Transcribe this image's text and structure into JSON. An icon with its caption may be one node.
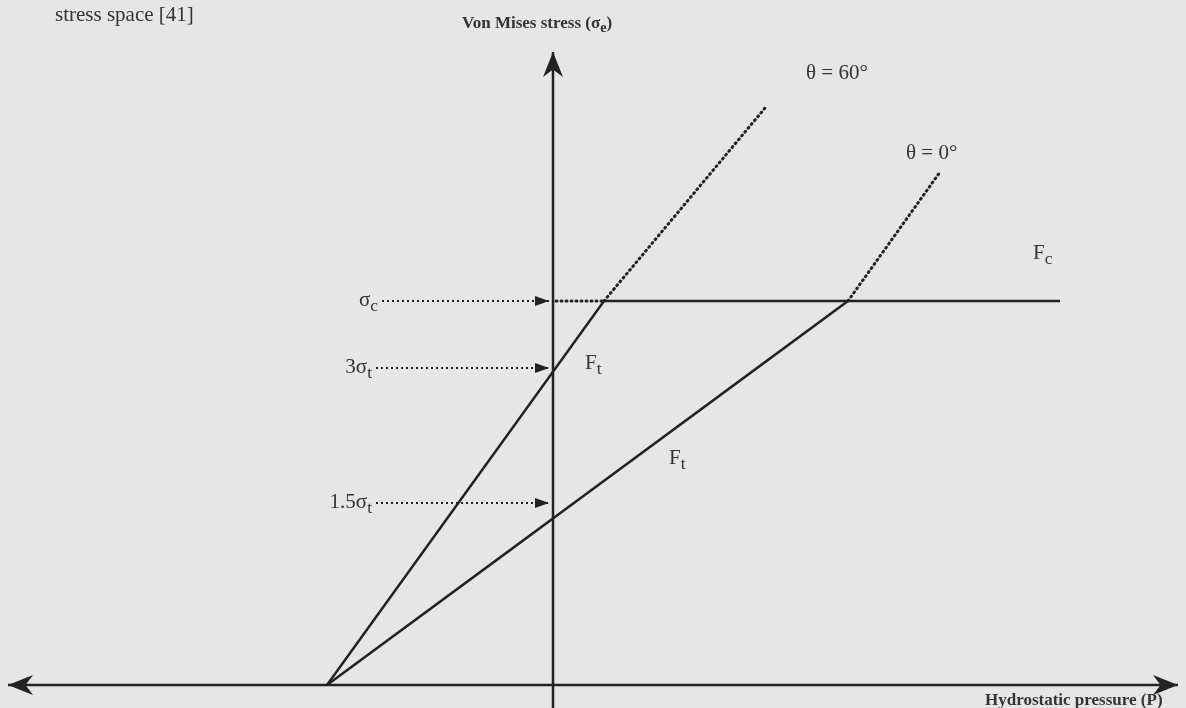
{
  "diagram": {
    "nodes": [
      {
        "text": [
          "σ$_{c}$"
        ]
      },
      {
        "text": [
          "3σ$_{t}$"
        ]
      },
      {
        "text": [
          "1.5σ$_{t}$"
        ]
      }
    ],
    "edges": [
      {
        "from": 0,
        "to": null,
        "arrow": "to",
        "style": "dashed"
      },
      {
        "from": 1,
        "to": null,
        "arrow": "to",
        "style": "dashed"
      },
      {
        "from": 2,
        "to": null,
        "arrow": "to",
        "style": "dashed"
      }
    ],
    "labels": [
      "stress space [41]",
      "Von Mises stress (σ$_{e}$)",
      "θ = 60°",
      "θ = 0°",
      "F$_{c}$",
      "F$_{t}$",
      "F$_{t}$",
      "Hydrostatic pressure (P)"
    ]
  }
}
